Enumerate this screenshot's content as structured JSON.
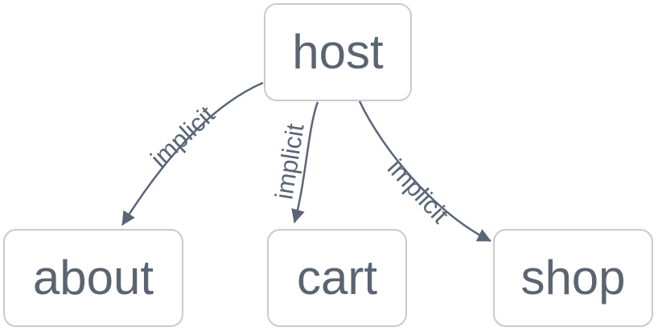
{
  "diagram": {
    "type": "flowchart",
    "direction": "top-down",
    "nodes": [
      {
        "id": "host",
        "label": "host"
      },
      {
        "id": "about",
        "label": "about"
      },
      {
        "id": "cart",
        "label": "cart"
      },
      {
        "id": "shop",
        "label": "shop"
      }
    ],
    "edges": [
      {
        "from": "host",
        "to": "about",
        "label": "implicit"
      },
      {
        "from": "host",
        "to": "cart",
        "label": "implicit"
      },
      {
        "from": "host",
        "to": "shop",
        "label": "implicit"
      }
    ],
    "colors": {
      "background": "#ffffff",
      "node_fill": "#ffffff",
      "node_border": "#c8cacd",
      "node_text": "#5b6471",
      "edge_stroke": "#5a6577",
      "edge_label_text": "#5a6577"
    }
  }
}
